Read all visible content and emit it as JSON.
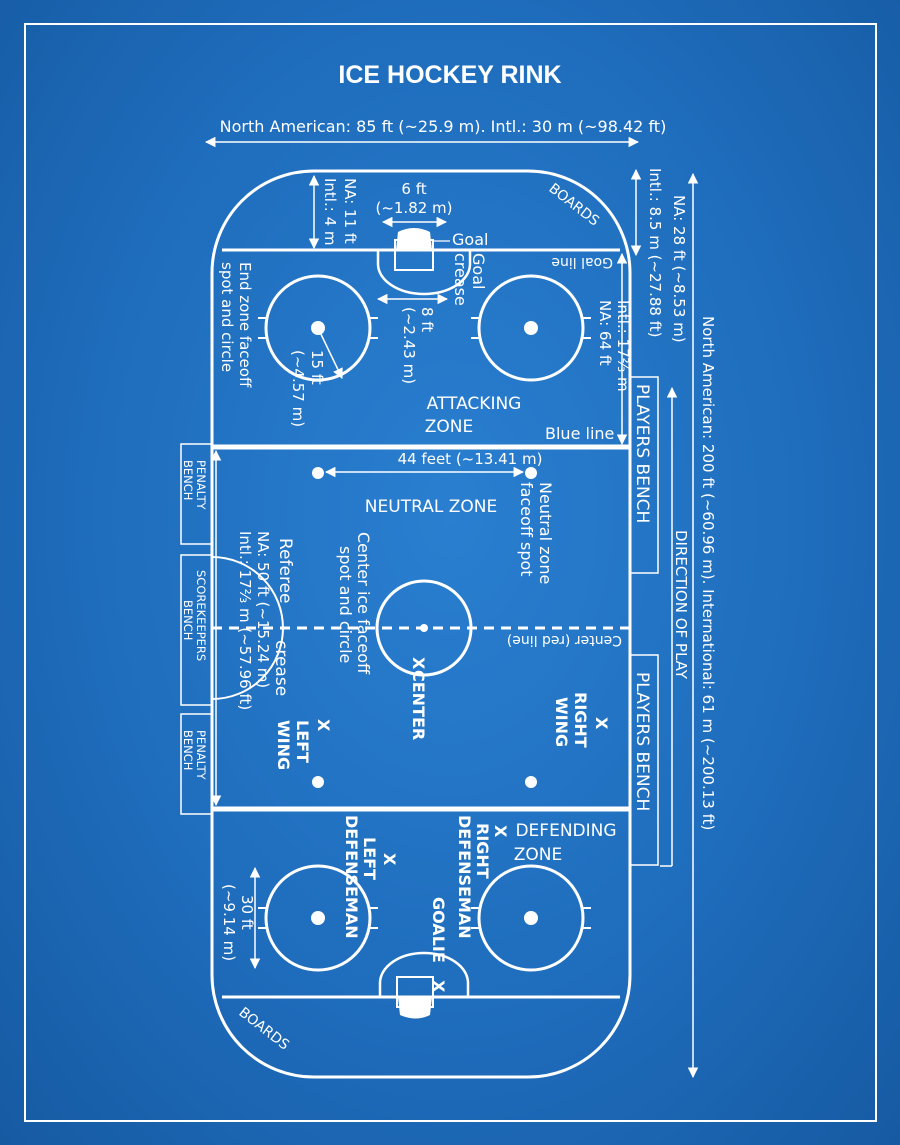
{
  "title": "ICE HOCKEY RINK",
  "width_dimension": "North American: 85 ft (~25.9 m). Intl.: 30 m (~98.42 ft)",
  "length_dimension": "North American: 200 ft (~60.96 m). International: 61 m (~200.13 ft)",
  "goal_line_distance_na": "NA: 11 ft",
  "goal_line_distance_intl": "Intl.: 4 m",
  "goal_width_ft": "6 ft",
  "goal_width_m": "(~1.82 m)",
  "goal_label": "Goal",
  "crease_label_1": "Goal",
  "crease_label_2": "crease",
  "crease_width_ft": "8 ft",
  "crease_width_m": "(~2.43 m)",
  "boards_label": "BOARDS",
  "goal_line_label": "Goal line",
  "corner_radius_na": "NA: 28 ft (~8.53 m)",
  "corner_radius_intl": "Intl.: 8.5 m (~27.88 ft)",
  "end_zone_circle_1": "End zone faceoff",
  "end_zone_circle_2": "spot and circle",
  "circle_radius_ft": "15 ft",
  "circle_radius_m": "(~4.57 m)",
  "attacking_zone_1": "ATTACKING",
  "attacking_zone_2": "ZONE",
  "goal_to_blue_intl": "Intl.: 17⅔ m",
  "goal_to_blue_na": "NA: 64 ft",
  "blue_line_label": "Blue line",
  "players_bench_top": "PLAYERS BENCH",
  "players_bench_bottom": "PLAYERS BENCH",
  "penalty_bench_top_1": "PENALTY",
  "penalty_bench_top_2": "BENCH",
  "penalty_bench_bottom_1": "PENALTY",
  "penalty_bench_bottom_2": "BENCH",
  "scorekeepers_1": "SCOREKEEPERS",
  "scorekeepers_2": "BENCH",
  "neutral_spot_spacing": "44 feet (~13.41 m)",
  "neutral_zone": "NEUTRAL ZONE",
  "neutral_spot_1": "Neutral zone",
  "neutral_spot_2": "faceoff spot",
  "direction_of_play": "DIRECTION OF PLAY",
  "center_spot_1": "Center ice faceoff",
  "center_spot_2": "spot and circle",
  "referee_crease_1": "Referee",
  "referee_crease_2": "crease",
  "neutral_length_na": "NA: 50 ft (~15.24 m)",
  "neutral_length_intl": "Intl.: 17⅔ m (~57.96 ft)",
  "center_line_label": "Center (red line)",
  "pos_x": "X",
  "pos_center": "CENTER",
  "pos_right": "RIGHT",
  "pos_wing": "WING",
  "pos_left": "LEFT",
  "pos_defenseman": "DEFENSEMAN",
  "pos_goalie": "GOALIE",
  "defending_zone_1": "DEFENDING",
  "defending_zone_2": "ZONE",
  "end_circle_diameter_ft": "30 ft",
  "end_circle_diameter_m": "(~9.14 m)"
}
